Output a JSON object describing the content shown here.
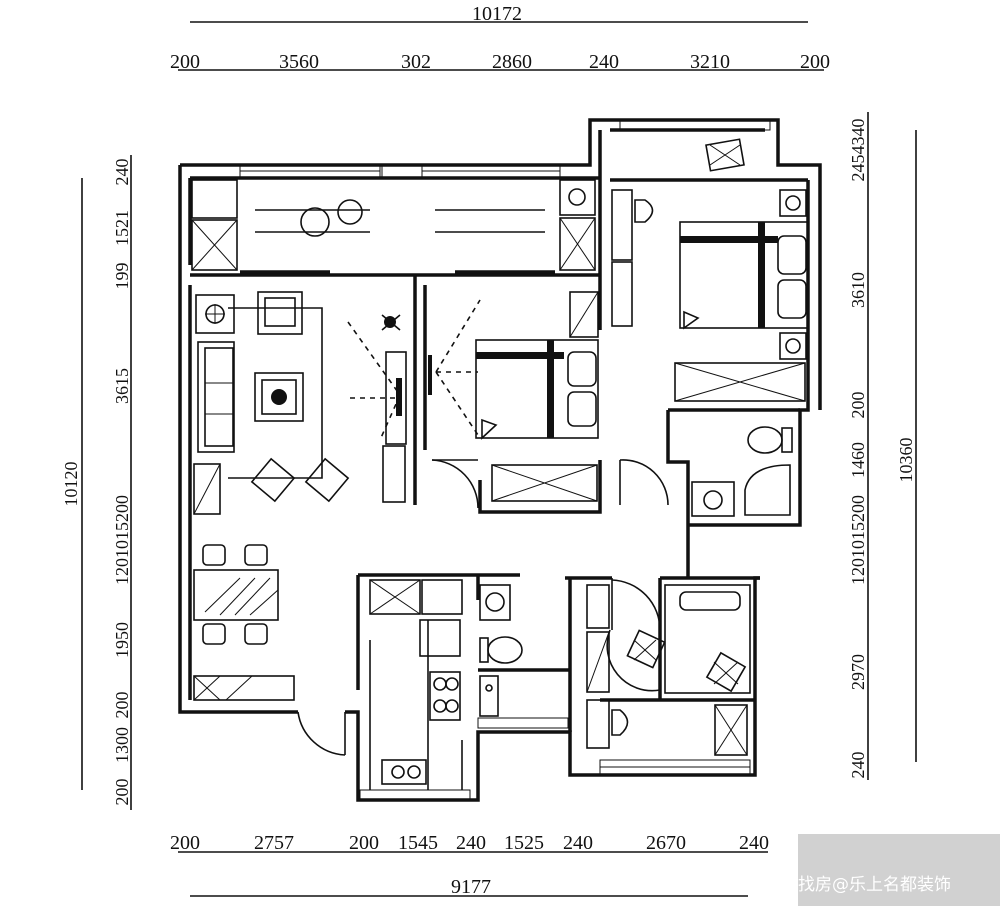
{
  "dimensions": {
    "top_total": "10172",
    "top_segments": [
      "200",
      "3560",
      "302",
      "2860",
      "240",
      "3210",
      "200"
    ],
    "bottom_segments": [
      "200",
      "2757",
      "200",
      "1545",
      "240",
      "1525",
      "240",
      "2670",
      "240"
    ],
    "bottom_total": "9177",
    "left_total": "10120",
    "left_segments": [
      "240",
      "1521",
      "199",
      "3615",
      "1201015200",
      "1950",
      "200",
      "1300",
      "200"
    ],
    "right_total": "10360",
    "right_segments": [
      "2454340",
      "3610",
      "200",
      "1460",
      "1201015200",
      "2970",
      "240"
    ]
  },
  "watermark": "找房@乐上名都装饰"
}
